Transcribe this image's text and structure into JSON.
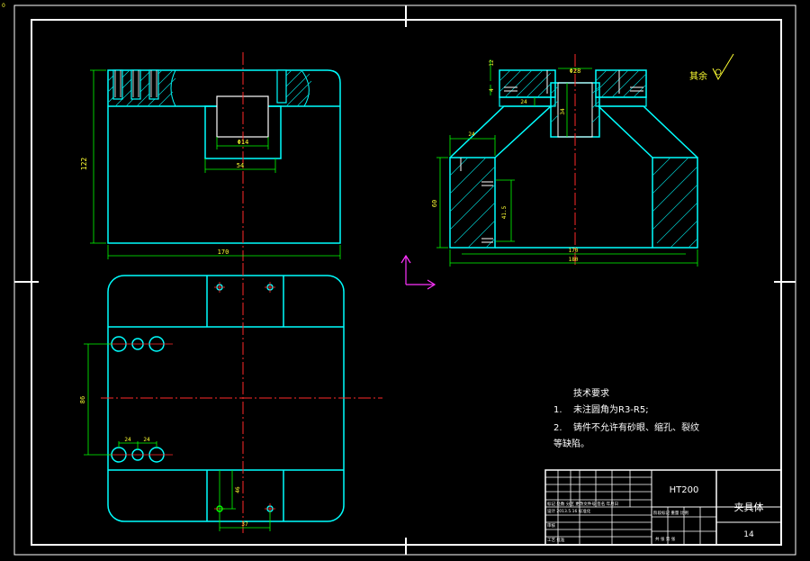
{
  "colors": {
    "background": "#000000",
    "frame": "#ffffff",
    "outline": "#00ffff",
    "dimension": "#ffff33",
    "dim_line": "#00ff00",
    "center_line": "#ff2a2a",
    "hatch": "#00cccc",
    "ucs": "#ff33ff"
  },
  "front_view": {
    "dim_height": "122",
    "dim_width": "170",
    "dim_slot_inner": "Φ14",
    "dim_slot_outer": "54"
  },
  "side_view": {
    "dim_top": "Φ28",
    "dim_top_small": "12",
    "dim_side_small": "4",
    "dim_inner_height": "34",
    "dim_step": "24",
    "dim_left_width": "24",
    "dim_height": "60",
    "dim_hole_spacing": "41.5",
    "dim_base_inner": "170",
    "dim_base_outer": "180"
  },
  "roughness": {
    "label": "其余",
    "symbol": "∀"
  },
  "plan_view": {
    "dim_hole_pitch": "86",
    "dim_small_1": "24",
    "dim_small_2": "24",
    "dim_vertical": "46",
    "dim_bottom": "37"
  },
  "tech_requirements": {
    "heading": "技术要求",
    "item1_num": "1.",
    "item1": "未注圆角为R3-R5;",
    "item2_num": "2.",
    "item2": "铸件不允许有砂眼、缩孔、裂纹",
    "item2_cont": "等缺陷。"
  },
  "title_block": {
    "material": "HT200",
    "part_name": "夹具体",
    "sheet_no": "14",
    "tiny_row1": "标记 处数 分区 更改文件号 签名 年月日",
    "tiny_row2": "设计 2013.5.16 标准化",
    "tiny_row3": "审核",
    "tiny_row4": "工艺 批准",
    "tiny_stage": "阶段标记 重量 比例",
    "tiny_sheet": "共 张 第 张"
  }
}
